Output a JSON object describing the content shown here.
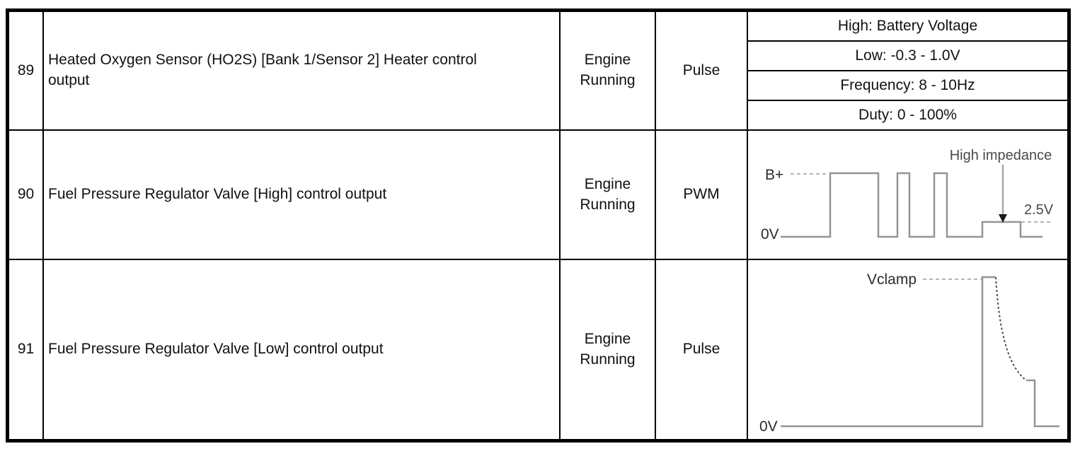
{
  "table": {
    "rows": [
      {
        "pin": "89",
        "description": "Heated Oxygen Sensor (HO2S) [Bank 1/Sensor 2] Heater control output",
        "condition": "Engine Running",
        "signal": "Pulse",
        "specs": [
          "High: Battery Voltage",
          "Low: -0.3 - 1.0V",
          "Frequency: 8 - 10Hz",
          "Duty: 0 - 100%"
        ]
      },
      {
        "pin": "90",
        "description": "Fuel Pressure Regulator Valve [High] control output",
        "condition": "Engine Running",
        "signal": "PWM",
        "waveform": {
          "type": "PWM square wave with high-impedance mid level",
          "high_label": "B+",
          "low_label": "0V",
          "annotation": "High impedance",
          "mid_label": "2.5V"
        }
      },
      {
        "pin": "91",
        "description": "Fuel Pressure Regulator Valve [Low] control output",
        "condition": "Engine Running",
        "signal": "Pulse",
        "waveform": {
          "type": "Inductive flyback pulse with clamped peak and exponential decay",
          "peak_label": "Vclamp",
          "low_label": "0V"
        }
      }
    ]
  }
}
